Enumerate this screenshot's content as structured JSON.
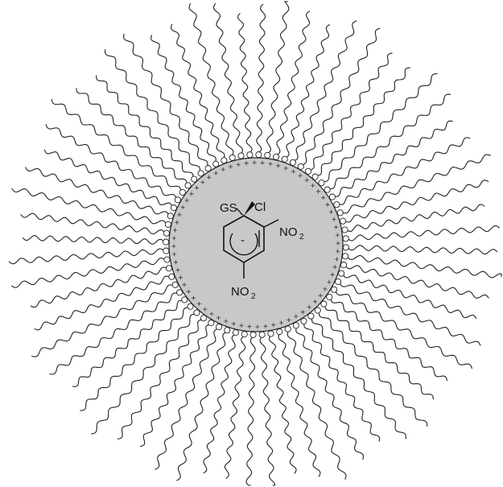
{
  "labels": {
    "gs": "GS",
    "cl": "Cl",
    "no2_top": "NO",
    "no2_top_sub": "2",
    "no2_bottom": "NO",
    "no2_bottom_sub": "2",
    "ring_charge": "-"
  },
  "colors": {
    "core_fill": "#c8c8c8",
    "line": "#222222",
    "background": "#ffffff"
  }
}
